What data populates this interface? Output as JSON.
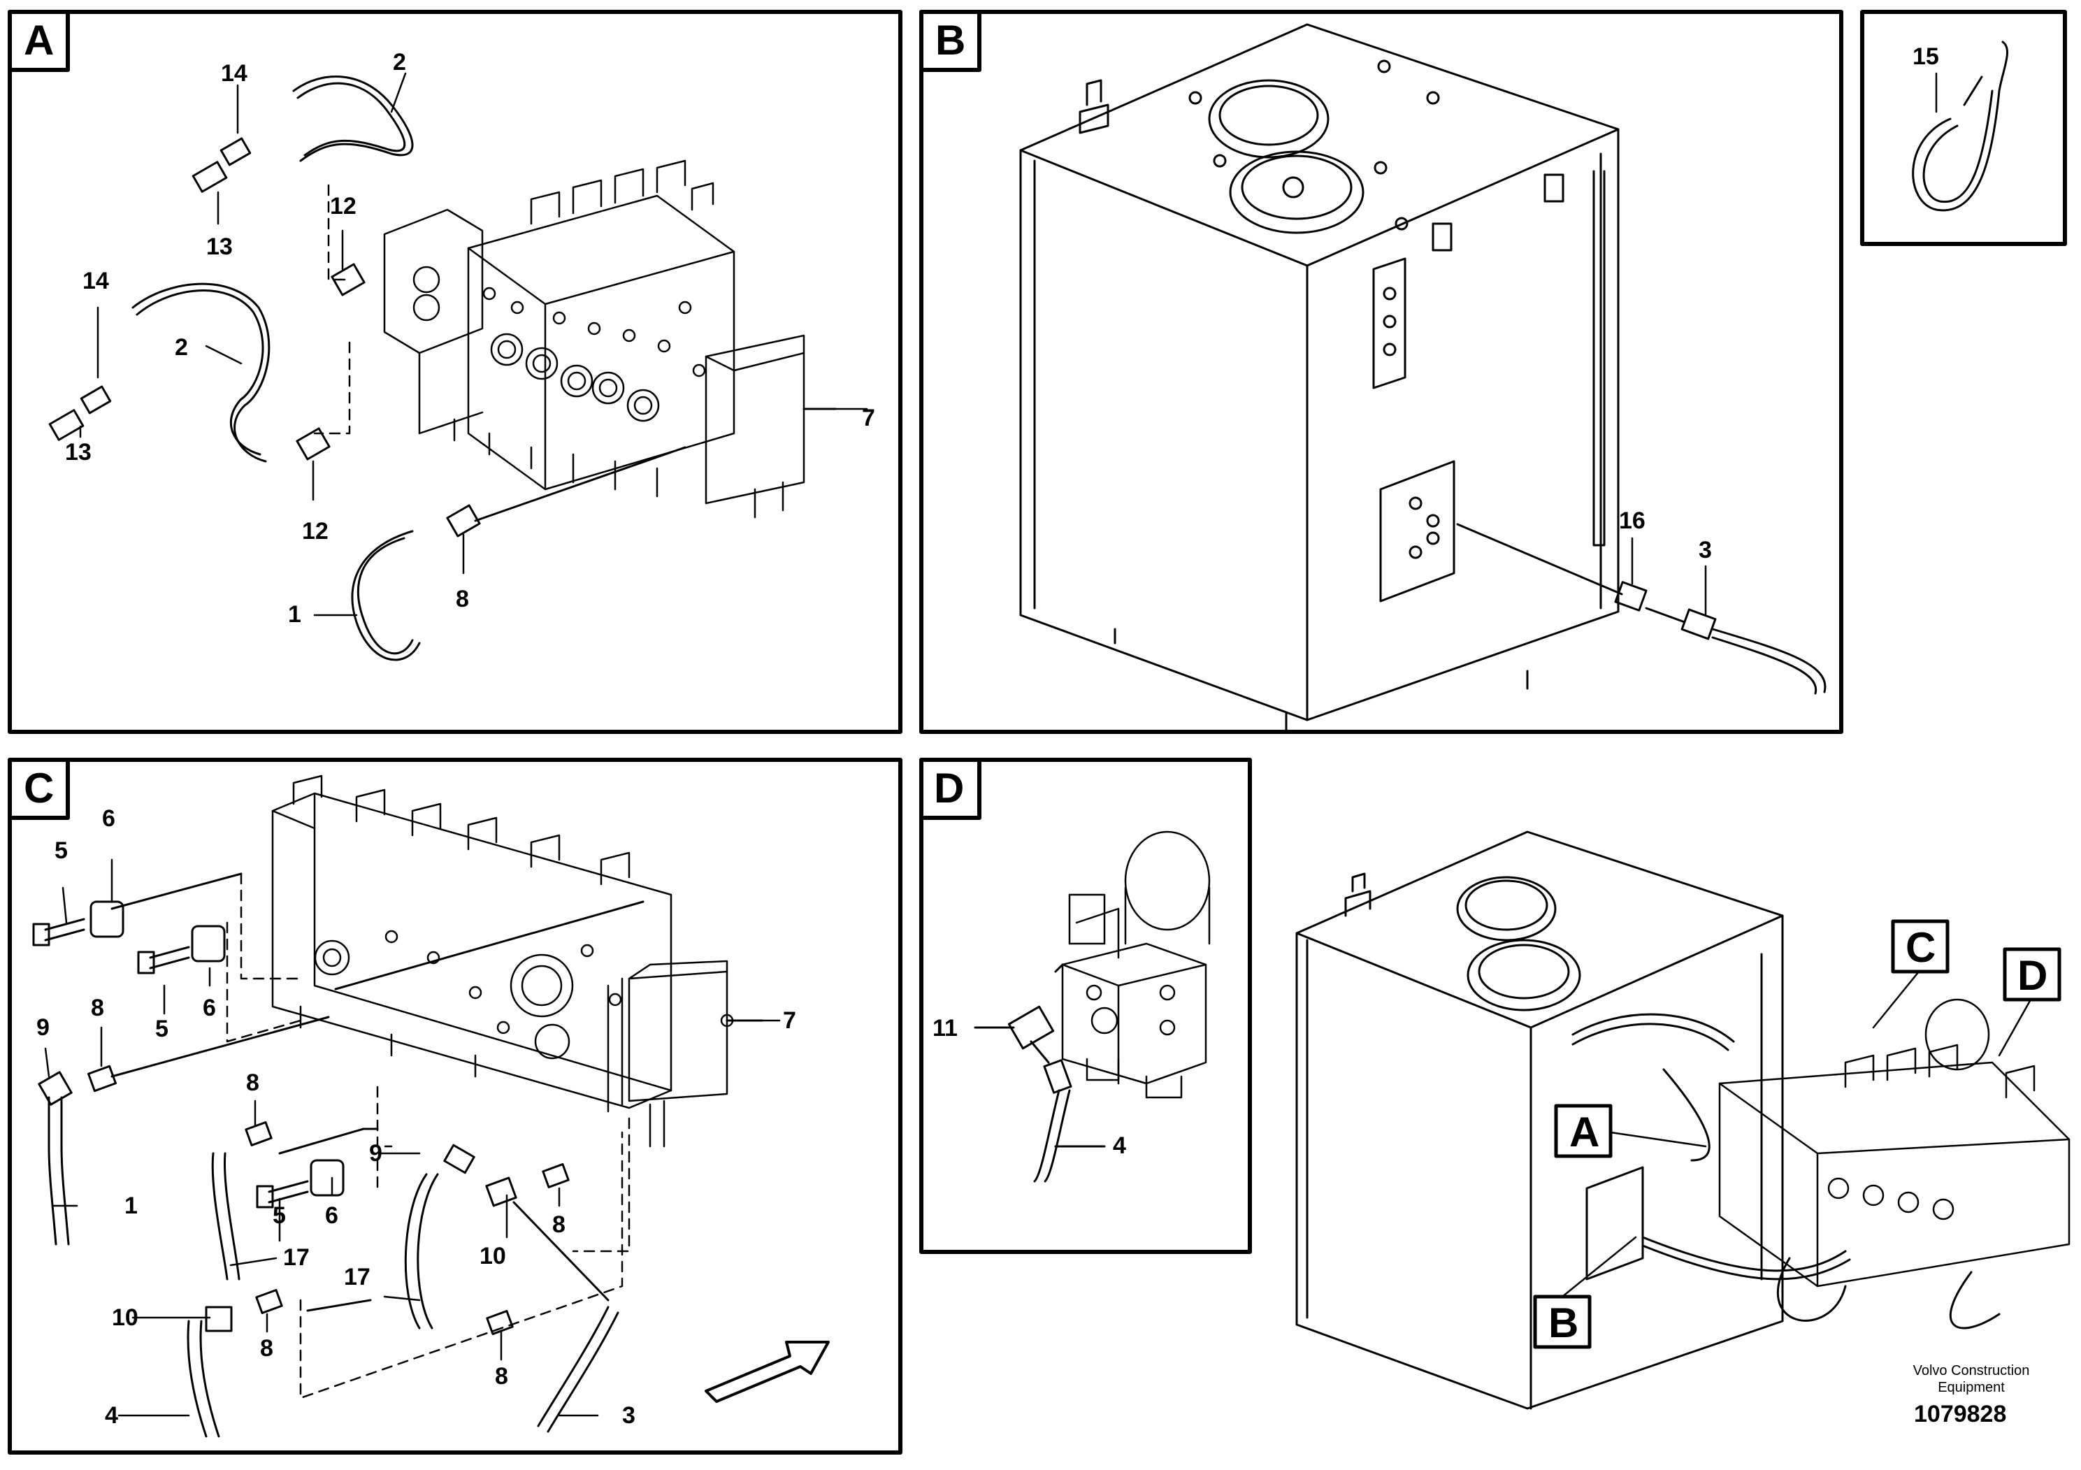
{
  "panels": [
    {
      "letter": "A"
    },
    {
      "letter": "B"
    },
    {
      "letter": "C"
    },
    {
      "letter": "D"
    }
  ],
  "callouts": {
    "A": [
      "14",
      "2",
      "13",
      "12",
      "14",
      "2",
      "13",
      "7",
      "12",
      "8",
      "1"
    ],
    "B": [
      "15",
      "16",
      "3"
    ],
    "C": [
      "6",
      "5",
      "5",
      "6",
      "7",
      "9",
      "8",
      "8",
      "9",
      "1",
      "5",
      "6",
      "8",
      "17",
      "10",
      "17",
      "10",
      "8",
      "4",
      "8",
      "3"
    ],
    "D": [
      "11",
      "4"
    ]
  },
  "overview_refs": [
    "C",
    "D",
    "A",
    "B"
  ],
  "footer": {
    "company_line1": "Volvo Construction",
    "company_line2": "Equipment",
    "doc_number": "1079828"
  }
}
